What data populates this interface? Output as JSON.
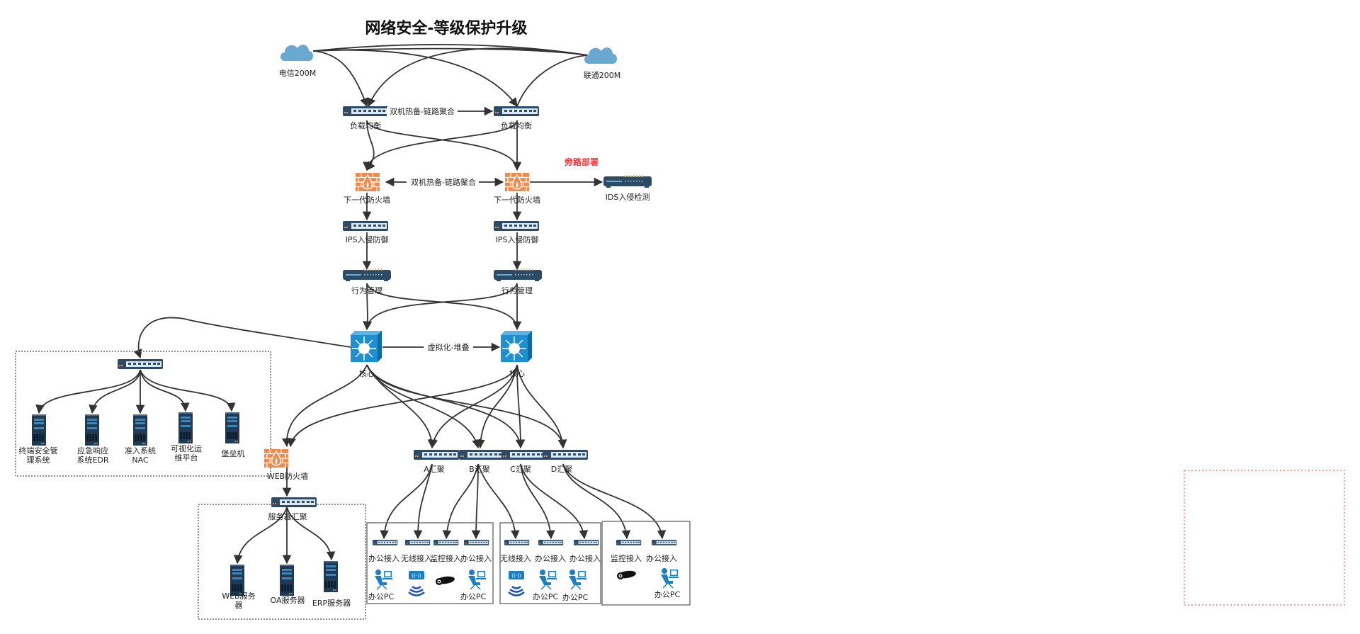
{
  "title": "网络安全-等级保护升级",
  "colors": {
    "cloud": "#6aa9cf",
    "switch_body": "#2d4a66",
    "firewall": "#f08a4b",
    "core": "#1e8fcf",
    "server": "#1f3a52",
    "line": "#333333",
    "annotation_red": "#f03c3c",
    "pc_blue": "#1b7fc4"
  },
  "isps": [
    {
      "id": "telecom",
      "label": "电信200M",
      "icon": "cloud-icon"
    },
    {
      "id": "unicom",
      "label": "联通200M",
      "icon": "cloud-icon"
    }
  ],
  "layers": {
    "load_balancer": {
      "left": "负载均衡",
      "right": "负载均衡",
      "link_label": "双机热备-链路聚合"
    },
    "firewall": {
      "left": "下一代防火墙",
      "right": "下一代防火墙",
      "link_label": "双机热备-链路聚合"
    },
    "bypass": {
      "label": "旁路部署",
      "device": "IDS入侵检测"
    },
    "ips": {
      "left": "IPS入侵防御",
      "right": "IPS入侵防御"
    },
    "behavior": {
      "left": "行为管理",
      "right": "行为管理"
    },
    "core": {
      "left": "核心",
      "right": "核心",
      "link_label": "虚拟化-堆叠"
    }
  },
  "security_group": {
    "servers": [
      "终端安全管理系统",
      "应急响应系统EDR",
      "准入系统NAC",
      "可视化运维平台",
      "堡垒机"
    ]
  },
  "dmz": {
    "firewall": "WEB防火墙",
    "aggregation": "服务器汇聚",
    "servers": [
      "WEB服务器",
      "OA服务器",
      "ERP服务器"
    ]
  },
  "aggregation": [
    "A汇聚",
    "B汇聚",
    "C汇聚",
    "D汇聚"
  ],
  "access_groups": [
    {
      "switches": [
        "办公接入",
        "无线接入",
        "监控接入",
        "办公接入"
      ],
      "endpoints": [
        {
          "type": "pc",
          "label": "办公PC"
        },
        {
          "type": "wireless",
          "label": ""
        },
        {
          "type": "camera",
          "label": ""
        },
        {
          "type": "pc",
          "label": "办公PC"
        }
      ]
    },
    {
      "switches": [
        "无线接入",
        "办公接入",
        "办公接入"
      ],
      "endpoints": [
        {
          "type": "wireless",
          "label": ""
        },
        {
          "type": "pc",
          "label": "办公PC"
        },
        {
          "type": "pc",
          "label": "办公PC"
        }
      ]
    },
    {
      "switches": [
        "监控接入",
        "办公接入"
      ],
      "endpoints": [
        {
          "type": "camera",
          "label": ""
        },
        {
          "type": "pc",
          "label": "办公PC"
        }
      ]
    }
  ]
}
